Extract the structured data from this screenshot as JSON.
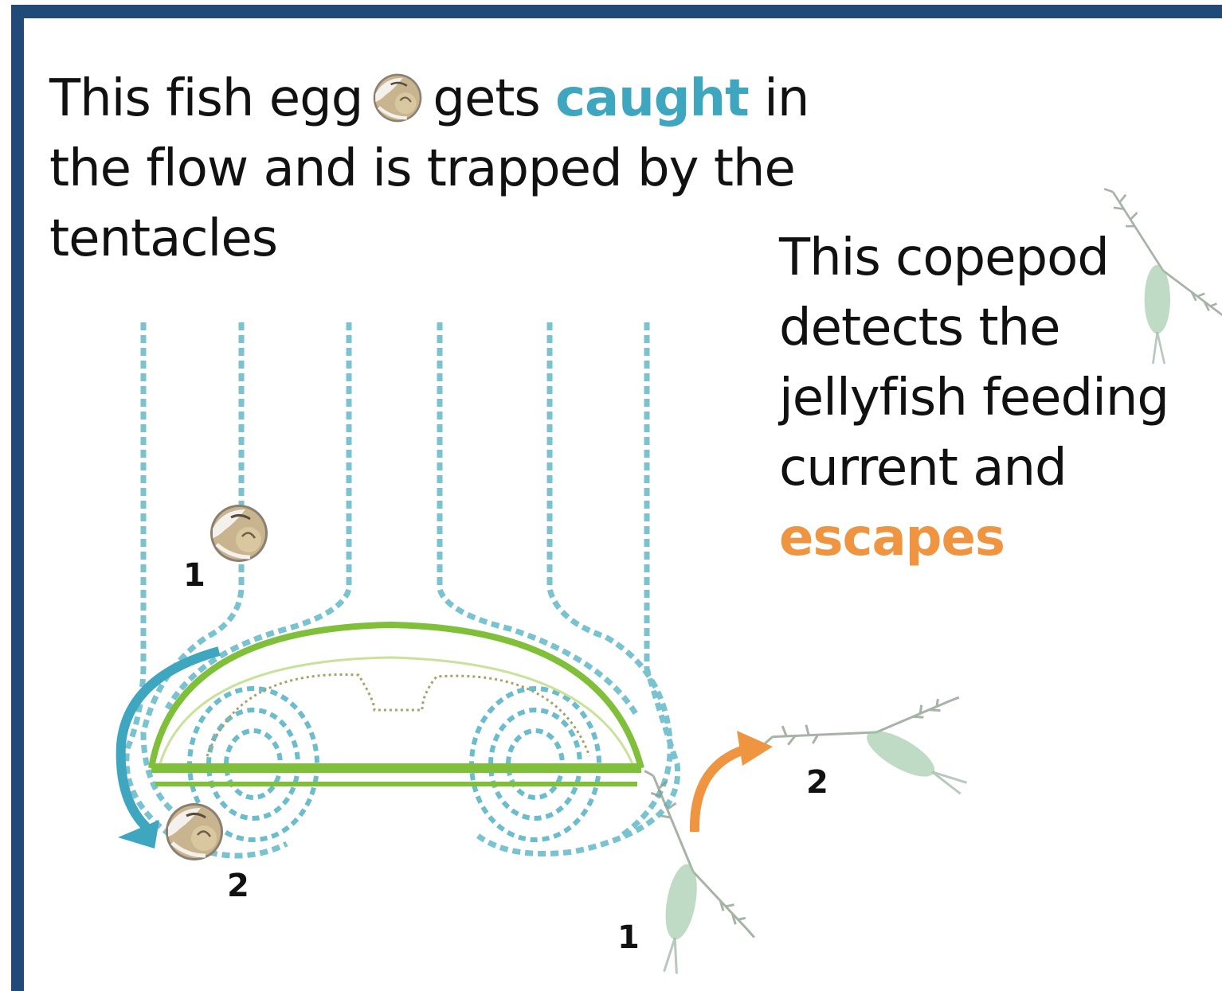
{
  "caption_egg": {
    "part1": "This fish egg",
    "part2": "gets",
    "highlight": "caught",
    "part3": "in the flow and is trapped by the tentacles"
  },
  "caption_copepod": {
    "text": "This copepod detects the jellyfish feeding current and",
    "highlight": "escapes"
  },
  "labels": {
    "egg_position_1": "1",
    "egg_position_2": "2",
    "copepod_position_1": "1",
    "copepod_position_2": "2"
  },
  "colors": {
    "frame": "#214a78",
    "flow_lines": "#6bbccc",
    "jellyfish_bell": "#7fbf3a",
    "egg_arrow": "#3ea7bf",
    "copepod_arrow": "#ef9440",
    "caught_text": "#3ea7bf",
    "escapes_text": "#ef9440"
  },
  "icons": [
    "fish-egg-icon",
    "copepod-icon",
    "jellyfish-icon",
    "flow-arrow-icon"
  ]
}
